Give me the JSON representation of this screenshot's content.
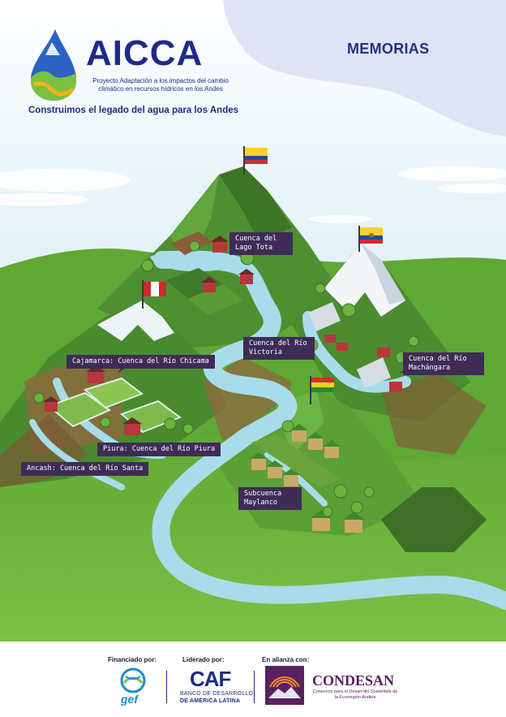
{
  "header": {
    "logo": "AICCA",
    "logo_subtitle": "Proyecto Adaptación a los impactos del cambio climático en recursos hídricos en los Andes",
    "tagline": "Construimos el legado del agua para los Andes",
    "section_title": "MEMORIAS"
  },
  "map_labels": {
    "tota": "Cuenca del Lago Tota",
    "victoria": "Cuenca del Río Victoria",
    "machangara": "Cuenca del Río Machángara",
    "chicama": "Cajamarca: Cuenca del Río Chicama",
    "piura": "Piura: Cuenca del Río Piura",
    "santa": "Ancash: Cuenca del Río Santa",
    "maylanco": "Subcuenca Maylanco"
  },
  "footer": {
    "financed_by": "Financiado por:",
    "led_by": "Liderado por:",
    "alliance": "En alianza con:",
    "gef": "gef",
    "caf": "CAF",
    "caf_line1": "BANCO DE DESARROLLO",
    "caf_line2": "DE AMÉRICA LATINA",
    "condesan": "CONDESAN",
    "condesan_sub": "Consorcio para el Desarrollo Sostenible de la Ecorregión Andina"
  },
  "icons": [
    "colombia-flag-icon",
    "ecuador-flag-icon",
    "peru-flag-icon",
    "bolivia-flag-icon",
    "water-drop-logo-icon",
    "gef-logo-icon",
    "condesan-logo-icon"
  ],
  "colors": {
    "brand_navy": "#1e2a86",
    "label_bg": "#3e2c57",
    "grass": "#6eb13c",
    "river": "#a8dcea",
    "sky": "#d6ecf5"
  }
}
